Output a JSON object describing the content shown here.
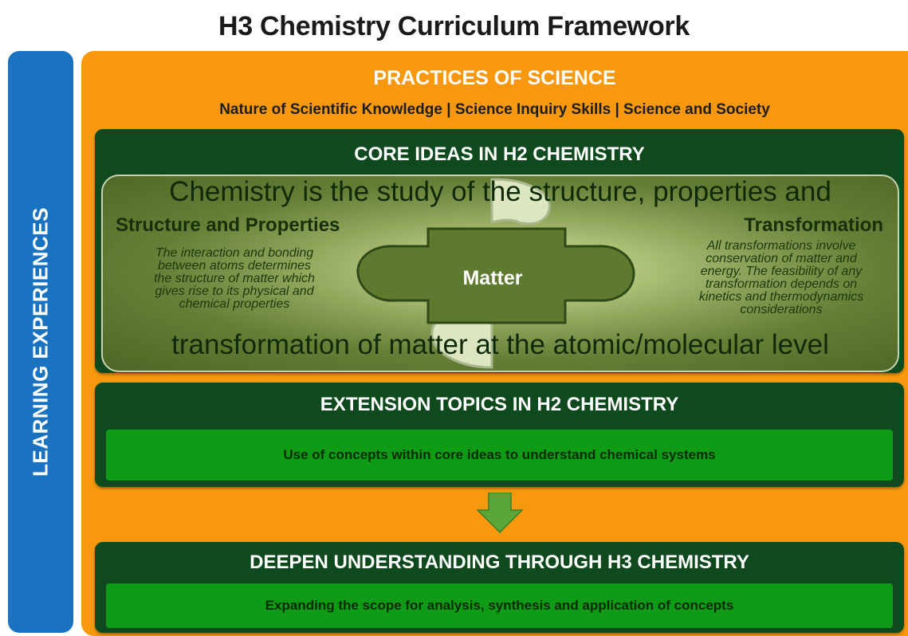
{
  "title": "H3 Chemistry Curriculum Framework",
  "sidebar": {
    "label": "LEARNING EXPERIENCES"
  },
  "practices": {
    "title": "PRACTICES OF SCIENCE",
    "subtitle": "Nature of Scientific Knowledge | Science Inquiry Skills | Science and Society"
  },
  "core": {
    "title": "CORE IDEAS IN H2 CHEMISTRY",
    "definition_line1": "Chemistry is the study of the structure, properties and",
    "definition_line2": "transformation of matter at the atomic/molecular level",
    "center_label": "Matter",
    "structure_properties": {
      "heading": "Structure and Properties",
      "lines": [
        "The interaction and bonding",
        "between atoms determines",
        "the structure of matter which",
        "gives rise to its physical and",
        "chemical properties"
      ]
    },
    "transformation": {
      "heading": "Transformation",
      "lines": [
        "All transformations involve",
        "conservation of matter and",
        "energy.  The feasibility of any",
        "transformation depends on",
        "kinetics and thermodynamics",
        "considerations"
      ]
    }
  },
  "extension": {
    "title": "EXTENSION TOPICS IN H2 CHEMISTRY",
    "text": "Use of concepts within core ideas to understand  chemical systems"
  },
  "deepen": {
    "title": "DEEPEN UNDERSTANDING THROUGH H3 CHEMISTRY",
    "text": "Expanding  the scope for analysis, synthesis and application  of concepts"
  },
  "colors": {
    "sidebar": "#1a73c1",
    "outer": "#f7980f",
    "panel": "#0e4a1e",
    "green_box": "#0f9b16",
    "arrow": "#5aa638"
  }
}
